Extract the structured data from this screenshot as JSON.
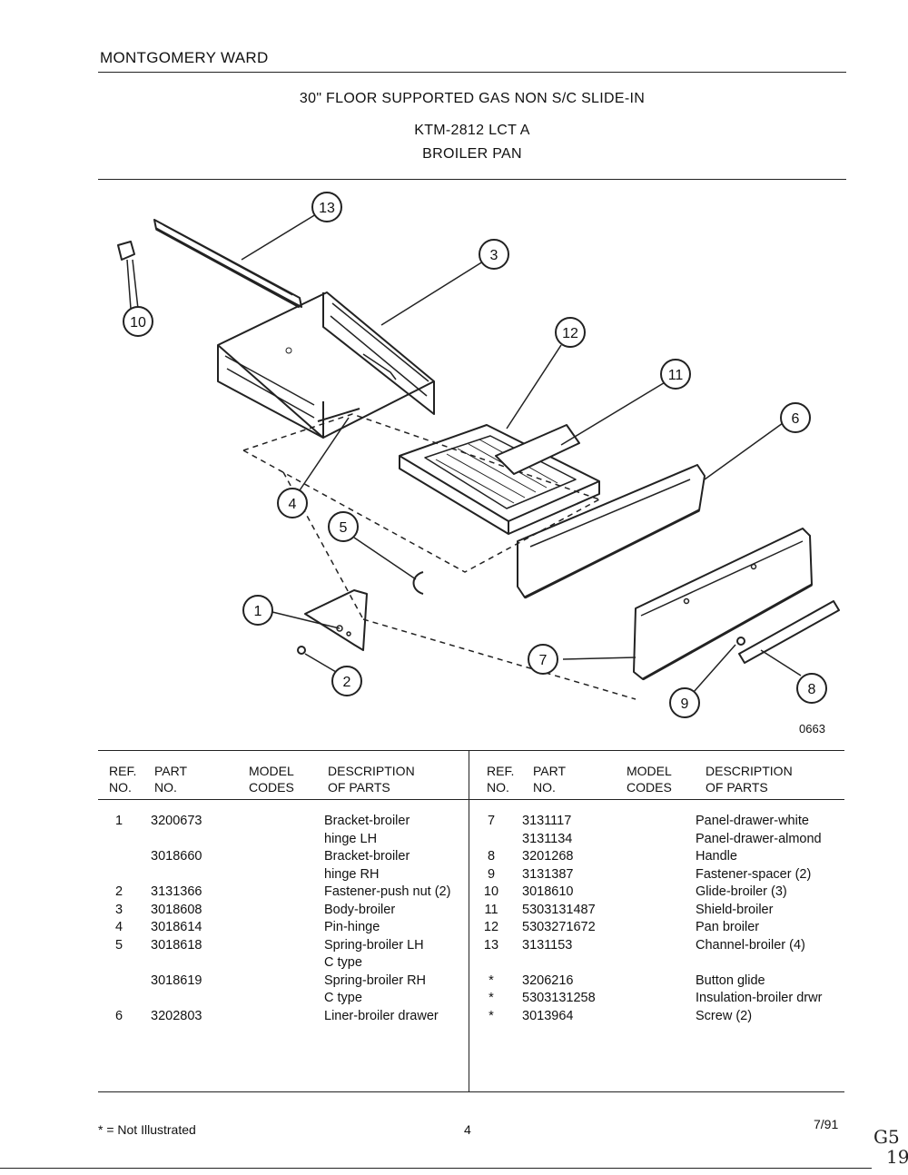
{
  "header": {
    "brand": "MONTGOMERY WARD",
    "title_line1": "30\" FLOOR SUPPORTED GAS NON S/C SLIDE-IN",
    "title_line2": "KTM-2812 LCT A",
    "title_line3": "BROILER PAN"
  },
  "diagram": {
    "callouts": [
      "13",
      "3",
      "10",
      "12",
      "11",
      "6",
      "4",
      "5",
      "1",
      "7",
      "2",
      "9",
      "8"
    ],
    "drawing_code": "0663"
  },
  "table": {
    "headers": {
      "ref": [
        "REF.",
        "NO."
      ],
      "part": [
        "PART",
        "NO."
      ],
      "model": [
        "MODEL",
        "CODES"
      ],
      "desc": [
        "DESCRIPTION",
        "OF PARTS"
      ]
    },
    "left_rows": [
      {
        "ref": "1",
        "part": "3200673",
        "desc": "Bracket-broiler"
      },
      {
        "ref": "",
        "part": "",
        "desc": "hinge LH"
      },
      {
        "ref": "",
        "part": "3018660",
        "desc": "Bracket-broiler"
      },
      {
        "ref": "",
        "part": "",
        "desc": "hinge RH"
      },
      {
        "ref": "2",
        "part": "3131366",
        "desc": "Fastener-push nut (2)"
      },
      {
        "ref": "3",
        "part": "3018608",
        "desc": "Body-broiler"
      },
      {
        "ref": "4",
        "part": "3018614",
        "desc": "Pin-hinge"
      },
      {
        "ref": "5",
        "part": "3018618",
        "desc": "Spring-broiler LH"
      },
      {
        "ref": "",
        "part": "",
        "desc": "C type"
      },
      {
        "ref": "",
        "part": "3018619",
        "desc": "Spring-broiler RH"
      },
      {
        "ref": "",
        "part": "",
        "desc": "C type"
      },
      {
        "ref": "6",
        "part": "3202803",
        "desc": "Liner-broiler drawer"
      }
    ],
    "right_rows": [
      {
        "ref": "7",
        "part": "3131117",
        "desc": "Panel-drawer-white"
      },
      {
        "ref": "",
        "part": "3131134",
        "desc": "Panel-drawer-almond"
      },
      {
        "ref": "8",
        "part": "3201268",
        "desc": "Handle"
      },
      {
        "ref": "9",
        "part": "3131387",
        "desc": "Fastener-spacer (2)"
      },
      {
        "ref": "10",
        "part": "3018610",
        "desc": "Glide-broiler (3)"
      },
      {
        "ref": "11",
        "part": "5303131487",
        "desc": "Shield-broiler"
      },
      {
        "ref": "12",
        "part": "5303271672",
        "desc": "Pan broiler"
      },
      {
        "ref": "13",
        "part": "3131153",
        "desc": "Channel-broiler (4)"
      },
      {
        "ref": "",
        "part": "",
        "desc": ""
      },
      {
        "ref": "*",
        "part": "3206216",
        "desc": "Button glide"
      },
      {
        "ref": "*",
        "part": "5303131258",
        "desc": "Insulation-broiler drwr"
      },
      {
        "ref": "*",
        "part": "3013964",
        "desc": "Screw (2)"
      }
    ]
  },
  "footer": {
    "note": "* = Not Illustrated",
    "page": "4",
    "date": "7/91",
    "margin_note_top": "G5",
    "margin_note_bottom": "19"
  }
}
